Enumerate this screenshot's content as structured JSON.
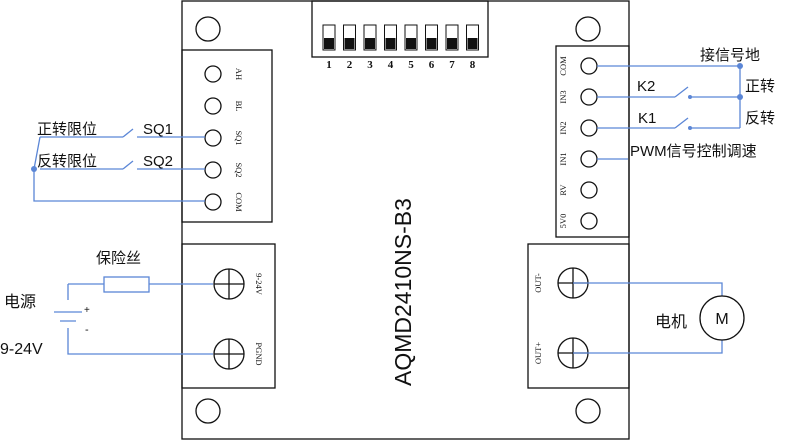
{
  "board": {
    "model": "AQMD2410NS-B3"
  },
  "dip_switch": {
    "positions": [
      "1",
      "2",
      "3",
      "4",
      "5",
      "6",
      "7",
      "8"
    ]
  },
  "left_terminal": {
    "pins": [
      "AH",
      "BL",
      "SQ1",
      "SQ2",
      "COM"
    ]
  },
  "right_terminal": {
    "pins": [
      "COM",
      "IN3",
      "IN2",
      "IN1",
      "RV",
      "5V0"
    ]
  },
  "power_terminal": {
    "pins": [
      "9-24V",
      "PGND"
    ]
  },
  "output_terminal": {
    "pins": [
      "OUT-",
      "OUT+"
    ]
  },
  "limit_switches": {
    "forward_label": "正转限位",
    "forward_switch": "SQ1",
    "reverse_label": "反转限位",
    "reverse_switch": "SQ2"
  },
  "power_supply": {
    "fuse_label": "保险丝",
    "source_label": "电源",
    "voltage_label": "9-24V",
    "plus": "+",
    "minus": "-"
  },
  "signals": {
    "signal_ground": "接信号地",
    "k2": "K2",
    "k1": "K1",
    "forward": "正转",
    "reverse": "反转",
    "pwm": "PWM信号控制调速"
  },
  "motor": {
    "label": "电机",
    "symbol": "M"
  },
  "colors": {
    "wire": "#5b86d6",
    "outline": "#111111"
  }
}
